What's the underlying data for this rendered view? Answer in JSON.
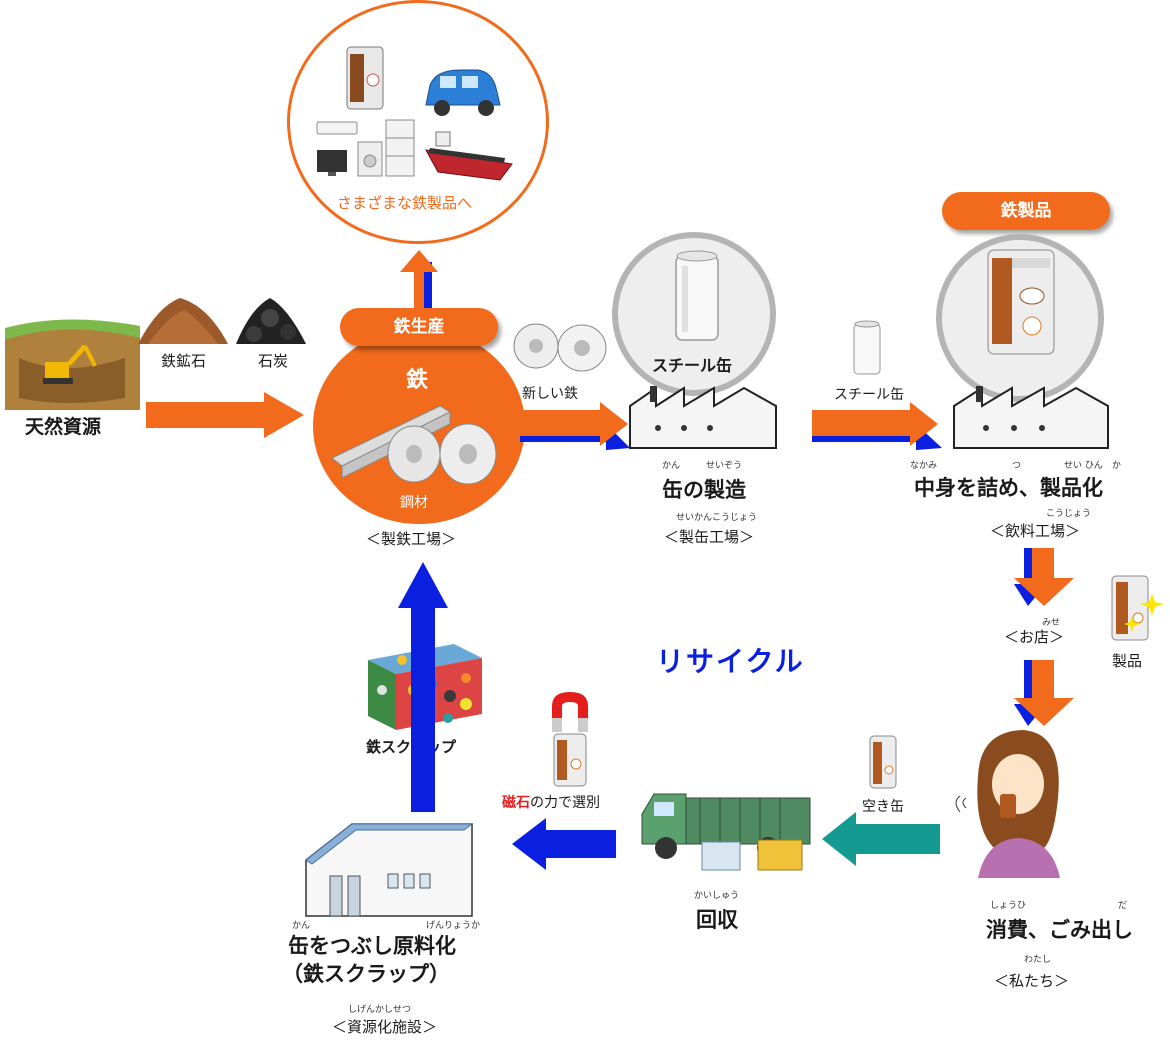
{
  "top_circle": {
    "caption": "さまざまな鉄製品へ"
  },
  "natural": {
    "label": "天然資源",
    "ore": "鉄鉱石",
    "coal": "石炭"
  },
  "steel_mill": {
    "pill": "鉄生産",
    "iron": "鉄",
    "steel": "鋼材",
    "place": "＜製鉄工場＞",
    "arrow_label": "新しい鉄"
  },
  "can_factory": {
    "bubble": "スチール缶",
    "ruby_can": "かん",
    "ruby_make": "せいぞう",
    "label": "缶の製造",
    "ruby_place": "せいかんこうじょう",
    "place": "＜製缶工場＞",
    "arrow_label": "スチール缶"
  },
  "beverage": {
    "pill": "鉄製品",
    "ruby_nakami": "なかみ",
    "ruby_tsu": "つ",
    "ruby_seihinka": "せい ひん　か",
    "label": "中身を詰め、製品化",
    "ruby_place": "こうじょう",
    "place": "＜飲料工場＞"
  },
  "shop": {
    "ruby": "みせ",
    "place": "＜お店＞",
    "product": "製品"
  },
  "recycle": {
    "title": "リサイクル"
  },
  "consume": {
    "ruby_shouhi": "しょうひ",
    "ruby_da": "だ",
    "label": "消費、ごみ出し",
    "ruby_watashi": "わたし",
    "place": "＜私たち＞"
  },
  "empty_can": {
    "label": "空き缶"
  },
  "collection": {
    "ruby": "かいしゅう",
    "label": "回収"
  },
  "magnet": {
    "red": "磁石",
    "rest": "の力で選別"
  },
  "scrap": {
    "label": "鉄スクラップ"
  },
  "facility": {
    "ruby_kan": "かん",
    "ruby_genryouka": "げんりょうか",
    "label1": "缶をつぶし原料化",
    "label2": "（鉄スクラップ）",
    "ruby_place": "しげんかしせつ",
    "place": "＜資源化施設＞"
  },
  "colors": {
    "orange": "#f26a1b",
    "blue": "#0b1fe0",
    "teal": "#159a92",
    "red": "#e41d1d",
    "grey": "#b4b4b4"
  }
}
